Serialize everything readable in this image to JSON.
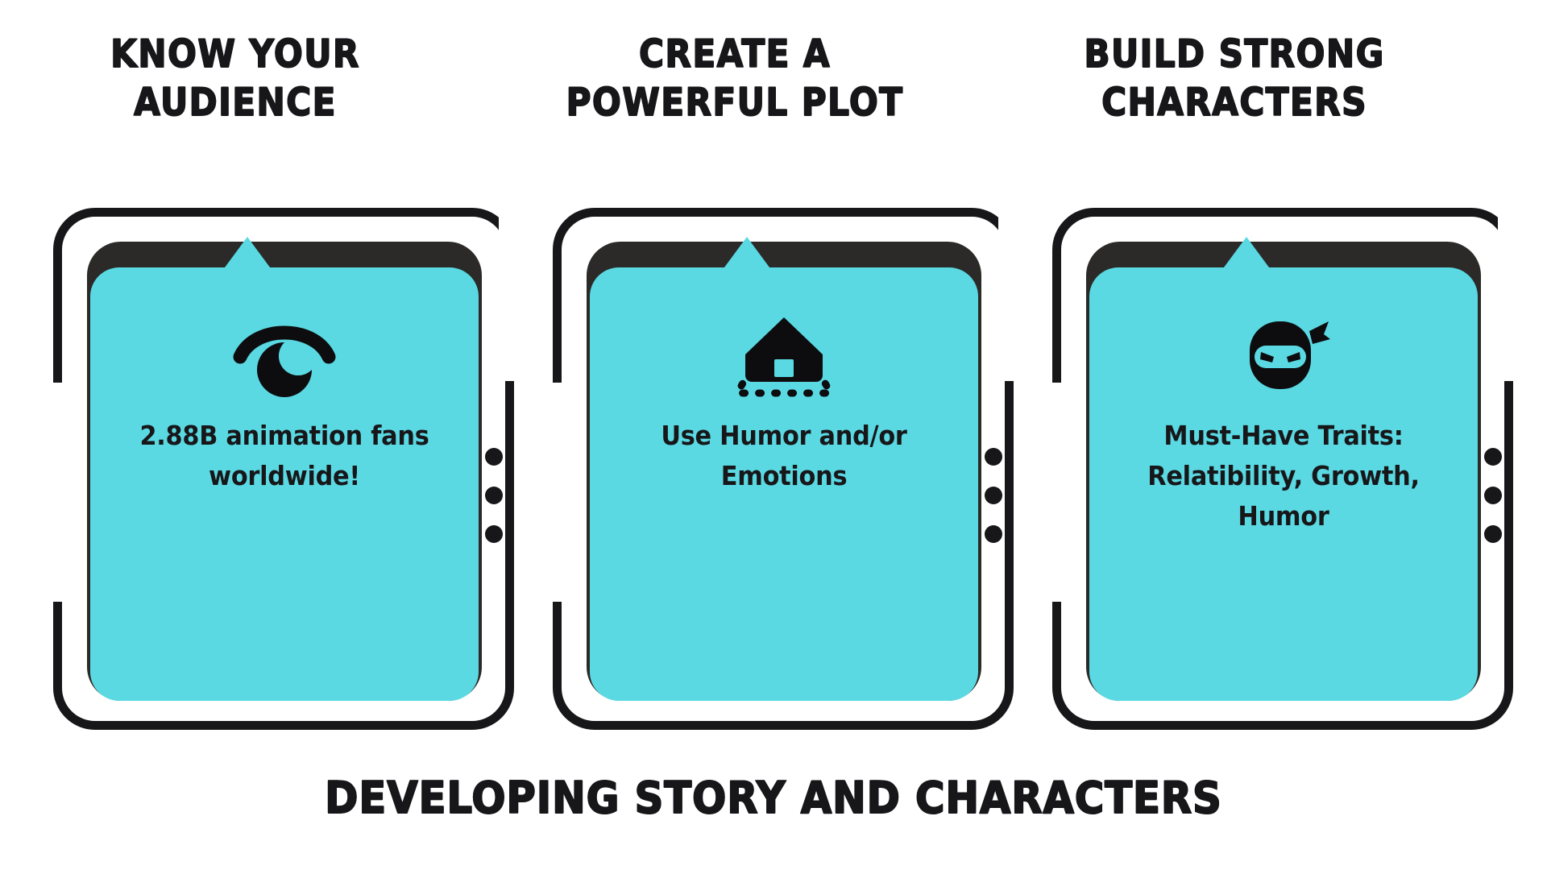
{
  "meta": {
    "background_color": "#ffffff",
    "accent_color": "#5ad9e3",
    "ink_color": "#17171a",
    "bezel_color": "#2b2a28"
  },
  "caption": "DEVELOPING STORY AND CHARACTERS",
  "steps": [
    {
      "heading_line1": "KNOW YOUR",
      "heading_line2": "AUDIENCE",
      "icon": "eye-icon",
      "body": "2.88B animation fans worldwide!"
    },
    {
      "heading_line1": "CREATE A",
      "heading_line2": "POWERFUL PLOT",
      "icon": "house-blueprint-icon",
      "body": "Use Humor and/or Emotions"
    },
    {
      "heading_line1": "BUILD STRONG",
      "heading_line2": "CHARACTERS",
      "icon": "ninja-icon",
      "body": "Must-Have Traits: Relatibility, Growth, Humor"
    }
  ],
  "connector": {
    "dot_count": 3
  }
}
